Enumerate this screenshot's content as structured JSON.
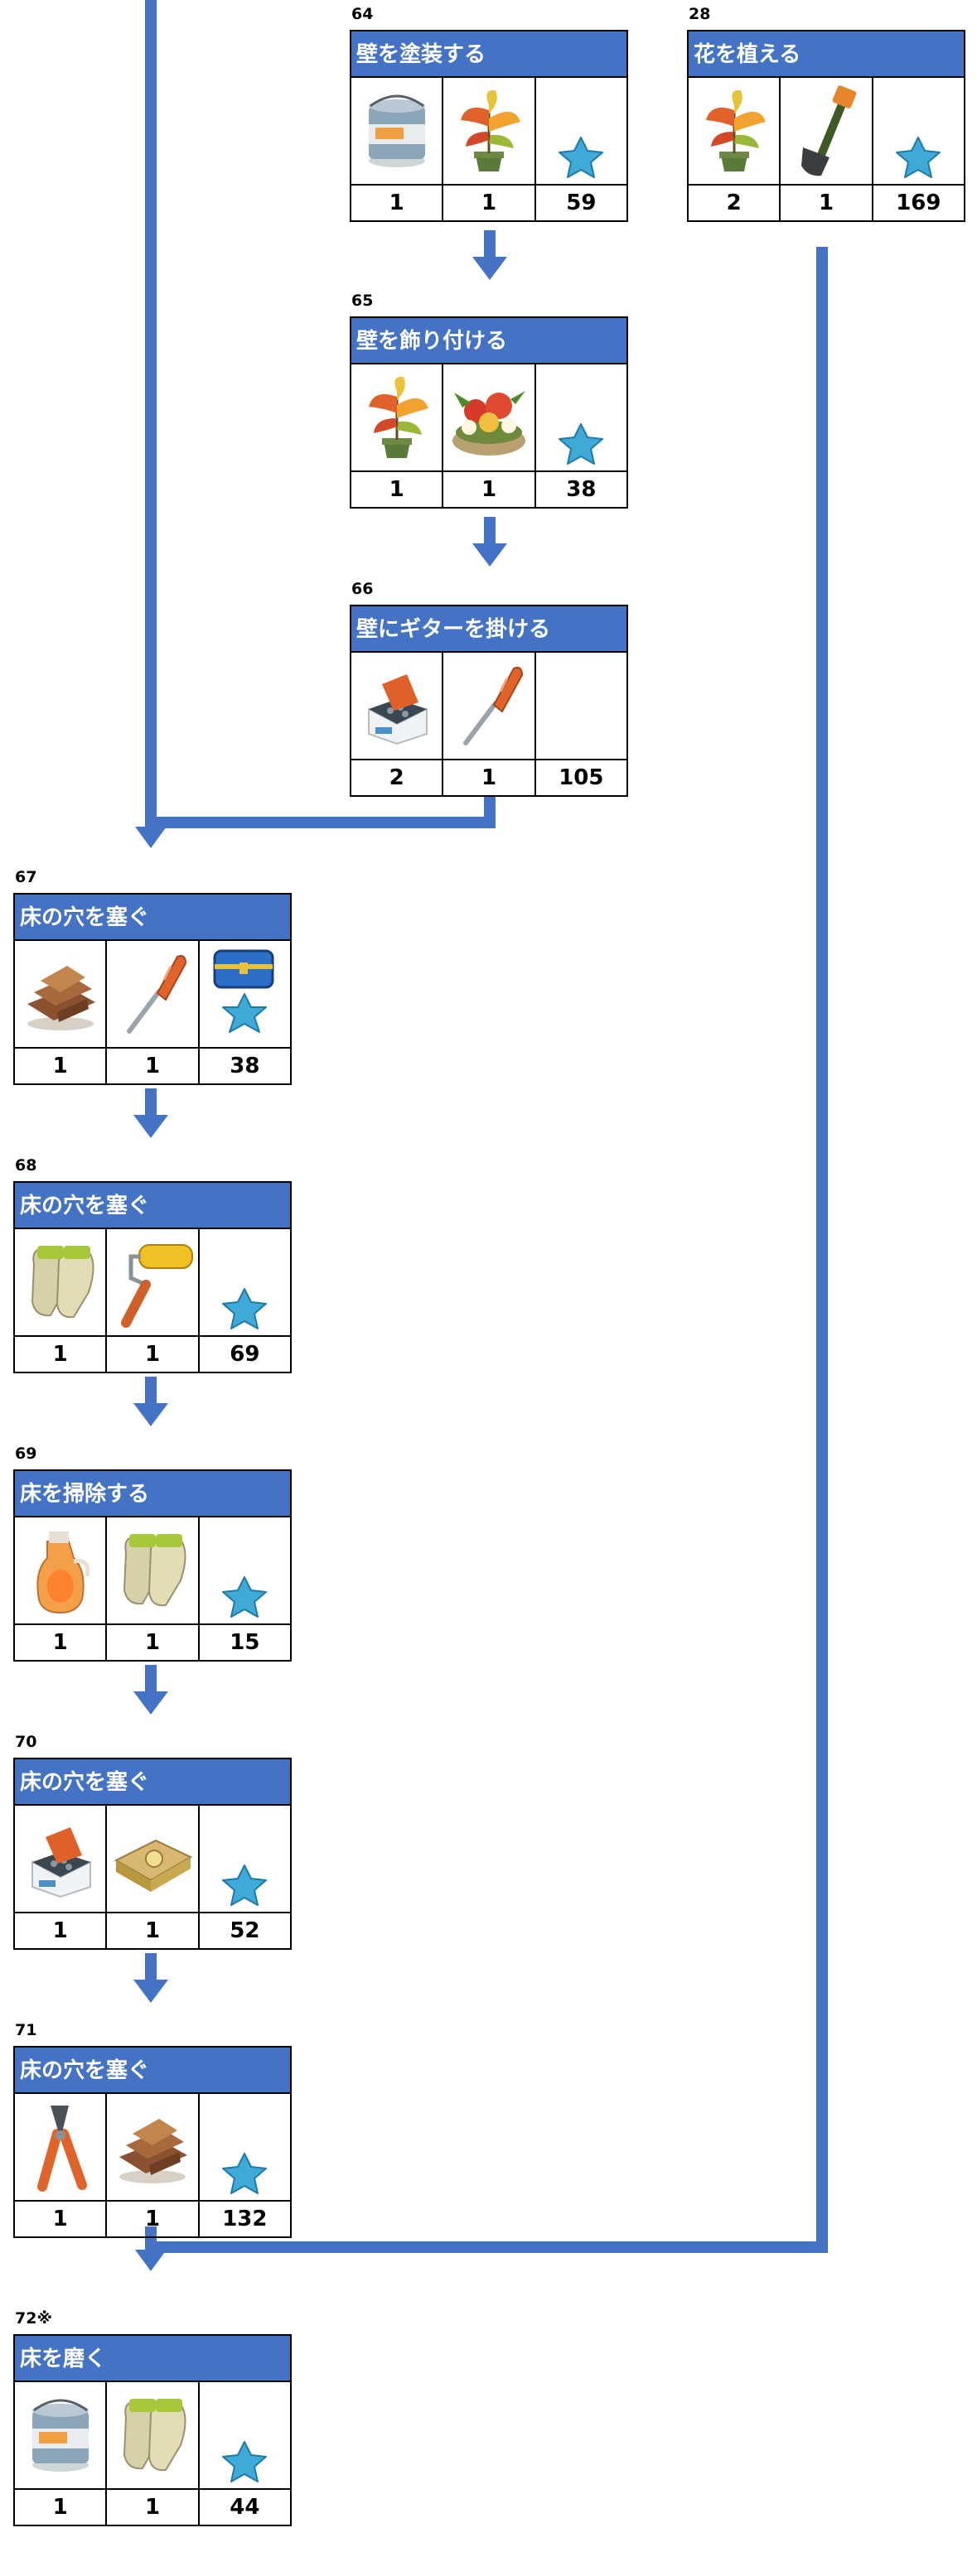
{
  "tasks": [
    {
      "id": "64",
      "title": "壁を塗装する",
      "items": [
        {
          "icon": "paint-can-icon",
          "qty": "1"
        },
        {
          "icon": "potted-plant-icon",
          "qty": "1"
        },
        {
          "icon": "blue-star-icon",
          "qty": "59"
        }
      ]
    },
    {
      "id": "65",
      "title": "壁を飾り付ける",
      "items": [
        {
          "icon": "potted-plant-icon",
          "qty": "1"
        },
        {
          "icon": "flower-basket-icon",
          "qty": "1"
        },
        {
          "icon": "blue-star-icon",
          "qty": "38"
        }
      ]
    },
    {
      "id": "66",
      "title": "壁にギターを掛ける",
      "items": [
        {
          "icon": "nails-box-icon",
          "qty": "2"
        },
        {
          "icon": "screwdriver-icon",
          "qty": "1"
        },
        {
          "icon": "",
          "qty": "105"
        }
      ]
    },
    {
      "id": "28",
      "title": "花を植える",
      "items": [
        {
          "icon": "potted-plant-icon",
          "qty": "2"
        },
        {
          "icon": "shovel-icon",
          "qty": "1"
        },
        {
          "icon": "blue-star-icon",
          "qty": "169"
        }
      ]
    },
    {
      "id": "67",
      "title": "床の穴を塞ぐ",
      "items": [
        {
          "icon": "wood-planks-icon",
          "qty": "1"
        },
        {
          "icon": "screwdriver-icon",
          "qty": "1"
        },
        {
          "icon": "chest-and-star-icon",
          "qty": "38"
        }
      ]
    },
    {
      "id": "68",
      "title": "床の穴を塞ぐ",
      "items": [
        {
          "icon": "work-gloves-icon",
          "qty": "1"
        },
        {
          "icon": "paint-roller-icon",
          "qty": "1"
        },
        {
          "icon": "blue-star-icon",
          "qty": "69"
        }
      ]
    },
    {
      "id": "69",
      "title": "床を掃除する",
      "items": [
        {
          "icon": "cleaner-jug-icon",
          "qty": "1"
        },
        {
          "icon": "work-gloves-icon",
          "qty": "1"
        },
        {
          "icon": "blue-star-icon",
          "qty": "15"
        }
      ]
    },
    {
      "id": "70",
      "title": "床の穴を塞ぐ",
      "items": [
        {
          "icon": "nails-box-icon",
          "qty": "1"
        },
        {
          "icon": "cloth-bag-icon",
          "qty": "1"
        },
        {
          "icon": "blue-star-icon",
          "qty": "52"
        }
      ]
    },
    {
      "id": "71",
      "title": "床の穴を塞ぐ",
      "items": [
        {
          "icon": "pliers-icon",
          "qty": "1"
        },
        {
          "icon": "wood-planks-icon",
          "qty": "1"
        },
        {
          "icon": "blue-star-icon",
          "qty": "132"
        }
      ]
    },
    {
      "id": "72※",
      "title": "床を磨く",
      "items": [
        {
          "icon": "paint-can-icon",
          "qty": "1"
        },
        {
          "icon": "work-gloves-icon",
          "qty": "1"
        },
        {
          "icon": "blue-star-icon",
          "qty": "44"
        }
      ]
    }
  ],
  "colors": {
    "accent": "#4472c4",
    "star": "#3fa9d8"
  }
}
